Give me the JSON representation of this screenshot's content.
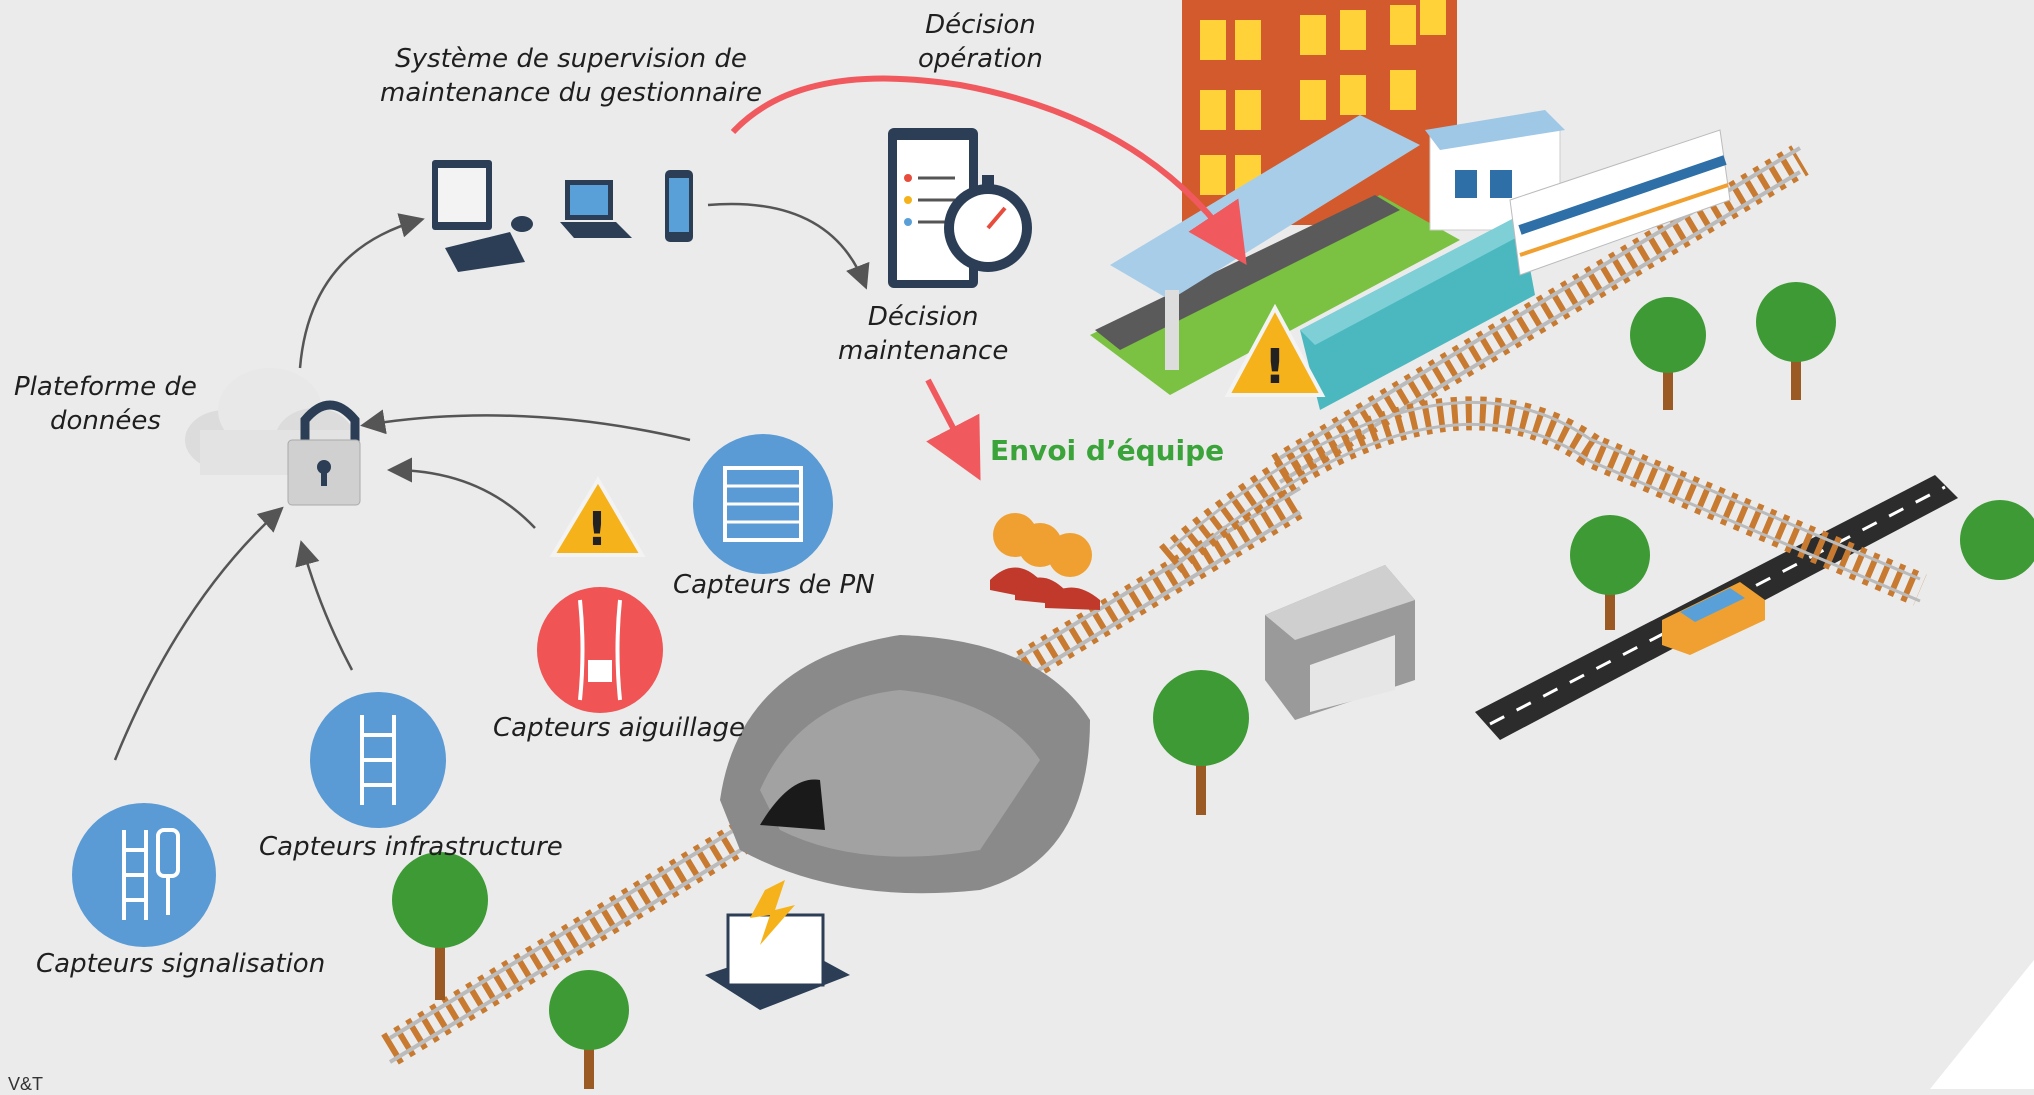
{
  "labels": {
    "systeme": [
      "Système de supervision de",
      "maintenance du gestionnaire"
    ],
    "decision_operation": [
      "Décision",
      "opération"
    ],
    "decision_maintenance": [
      "Décision",
      "maintenance"
    ],
    "plateforme": [
      "Plateforme de",
      "données"
    ],
    "envoi": "Envoi d’équipe",
    "capteurs_pn": "Capteurs de PN",
    "capteurs_aiguillage": "Capteurs aiguillage",
    "capteurs_infrastructure": "Capteurs infrastructure",
    "capteurs_signalisation": "Capteurs signalisation"
  },
  "footer": "V&T",
  "colors": {
    "sensor_blue": "#5b9bd5",
    "sensor_red": "#f05454",
    "arrow_red": "#f05a5e",
    "arrow_gray": "#555555",
    "warning_yellow": "#f6b21a",
    "team_green": "#3aa33a",
    "rail_tie": "#c77a30",
    "tree_green": "#3d9a35"
  },
  "icons": [
    "desktop-computer-icon",
    "laptop-icon",
    "smartphone-icon",
    "clipboard-stopwatch-icon",
    "cloud-lock-icon",
    "warning-icon",
    "railway-crossing-sensor-icon",
    "switch-sensor-icon",
    "track-sensor-icon",
    "signal-sensor-icon",
    "maintenance-team-icon",
    "tunnel",
    "station",
    "train"
  ]
}
